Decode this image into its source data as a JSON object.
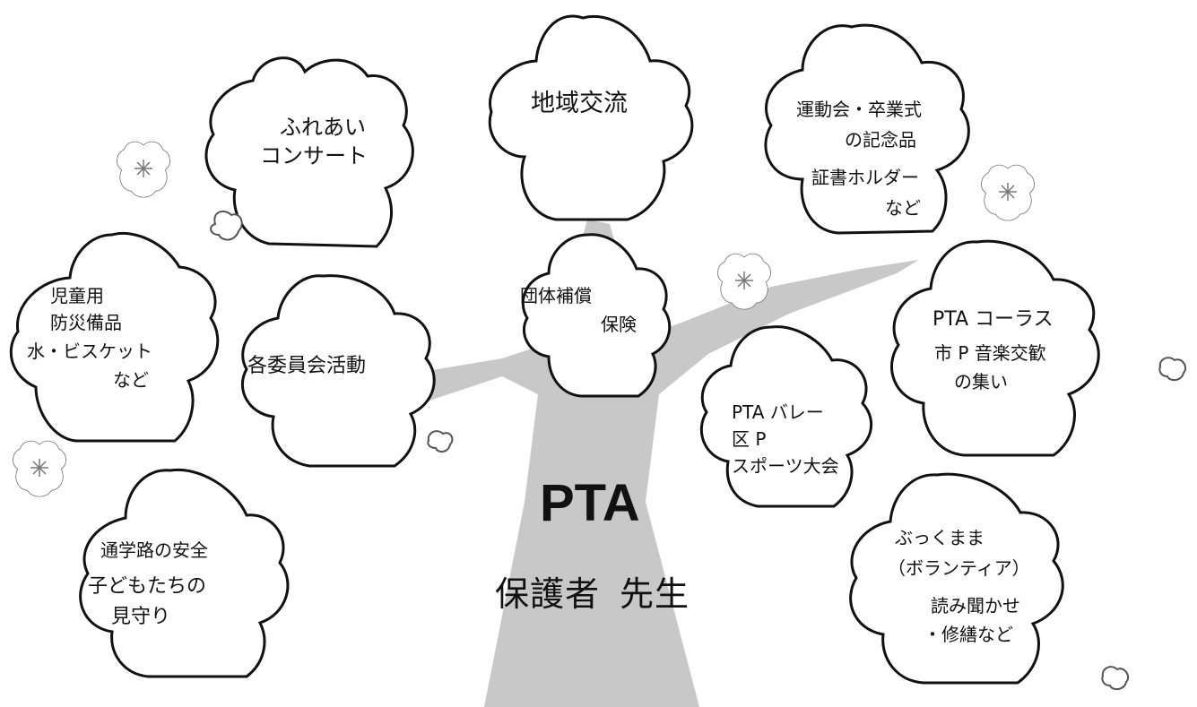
{
  "center": {
    "title": "PTA",
    "members": [
      "保護者",
      "先生"
    ]
  },
  "flowers": {
    "fureai": {
      "lines": [
        "ふれあい",
        "コンサート"
      ]
    },
    "chiiki": {
      "lines": [
        "地域交流"
      ]
    },
    "undoukai": {
      "lines": [
        "運動会・卒業式",
        "の記念品",
        "証書ホルダー",
        "など"
      ]
    },
    "jidou": {
      "lines": [
        "児童用",
        "防災備品",
        "水・ビスケット",
        "など"
      ]
    },
    "iinkai": {
      "lines": [
        "各委員会活動"
      ]
    },
    "dantai": {
      "lines": [
        "団体補償",
        "保険"
      ]
    },
    "volley": {
      "lines": [
        "PTA バレー",
        "区 P",
        "スポーツ大会"
      ]
    },
    "chorus": {
      "lines": [
        "PTA コーラス",
        "市 P 音楽交歓",
        "の集い"
      ]
    },
    "tsuugaku": {
      "lines": [
        "通学路の安全",
        "子どもたちの",
        "見守り"
      ]
    },
    "bukku": {
      "lines": [
        "ぶっくまま",
        "（ボランティア）",
        "読み聞かせ",
        "・修繕など"
      ]
    }
  }
}
